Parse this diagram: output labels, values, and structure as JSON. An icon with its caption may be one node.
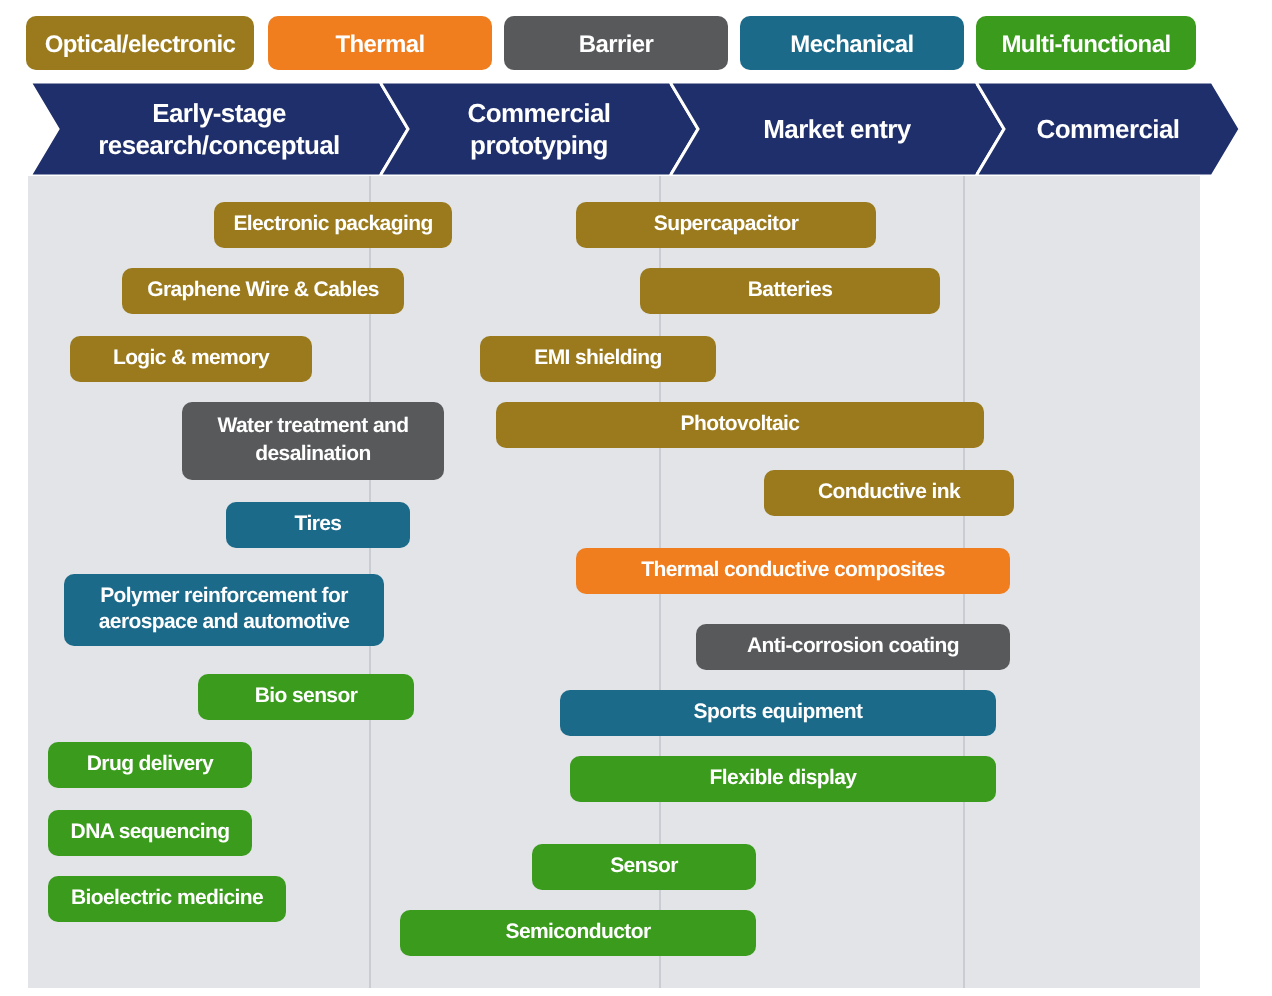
{
  "diagram": {
    "nodes": [
      {
        "text": [
          "Early-stage research/conceptual"
        ]
      },
      {
        "text": [
          "Commercial prototyping"
        ]
      },
      {
        "text": [
          "Market entry"
        ]
      },
      {
        "text": [
          "Commercial"
        ]
      },
      {
        "text": [
          "Electronic packaging"
        ]
      },
      {
        "text": [
          "Supercapacitor"
        ]
      },
      {
        "text": [
          "Graphene Wire & Cables"
        ]
      },
      {
        "text": [
          "Batteries"
        ]
      },
      {
        "text": [
          "Logic & memory"
        ]
      },
      {
        "text": [
          "EMI shielding"
        ]
      },
      {
        "text": [
          "Water treatment and desalination"
        ]
      },
      {
        "text": [
          "Photovoltaic"
        ]
      },
      {
        "text": [
          "Conductive ink"
        ]
      },
      {
        "text": [
          "Tires"
        ]
      },
      {
        "text": [
          "Thermal conductive composites"
        ]
      },
      {
        "text": [
          "Polymer reinforcement for aerospace and automotive"
        ]
      },
      {
        "text": [
          "Anti-corrosion coating"
        ]
      },
      {
        "text": [
          "Bio sensor"
        ]
      },
      {
        "text": [
          "Sports equipment"
        ]
      },
      {
        "text": [
          "Drug delivery"
        ]
      },
      {
        "text": [
          "Flexible display"
        ]
      },
      {
        "text": [
          "DNA sequencing"
        ]
      },
      {
        "text": [
          "Sensor"
        ]
      },
      {
        "text": [
          "Bioelectric medicine"
        ]
      },
      {
        "text": [
          "Semiconductor"
        ]
      }
    ],
    "legend": [
      {
        "text": "Optical/electronic",
        "color": "#9a7a1c"
      },
      {
        "text": "Thermal",
        "color": "#f07d1e"
      },
      {
        "text": "Barrier",
        "color": "#58595b"
      },
      {
        "text": "Mechanical",
        "color": "#1b6a8a"
      },
      {
        "text": "Multi-functional",
        "color": "#3a9b1c"
      }
    ]
  }
}
